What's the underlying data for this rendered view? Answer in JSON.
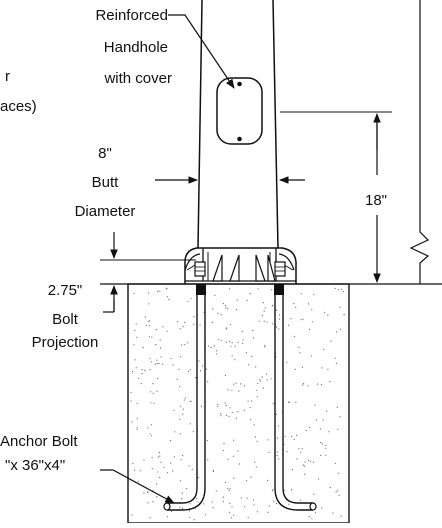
{
  "labels": {
    "handhole_line1": "Reinforced",
    "handhole_line2": "Handhole",
    "handhole_line3": "with cover",
    "left_partial_line1": "r",
    "left_partial_line2": "aces)",
    "butt_line1": "8\"",
    "butt_line2": "Butt",
    "butt_line3": "Diameter",
    "height_dim": "18\"",
    "bolt_proj_line1": "2.75\"",
    "bolt_proj_line2": "Bolt",
    "bolt_proj_line3": "Projection",
    "anchor_line1": "Anchor Bolt",
    "anchor_line2": "\"x 36\"x4\""
  },
  "colors": {
    "line": "#111111",
    "background": "#ffffff",
    "stipple": "#666666"
  }
}
